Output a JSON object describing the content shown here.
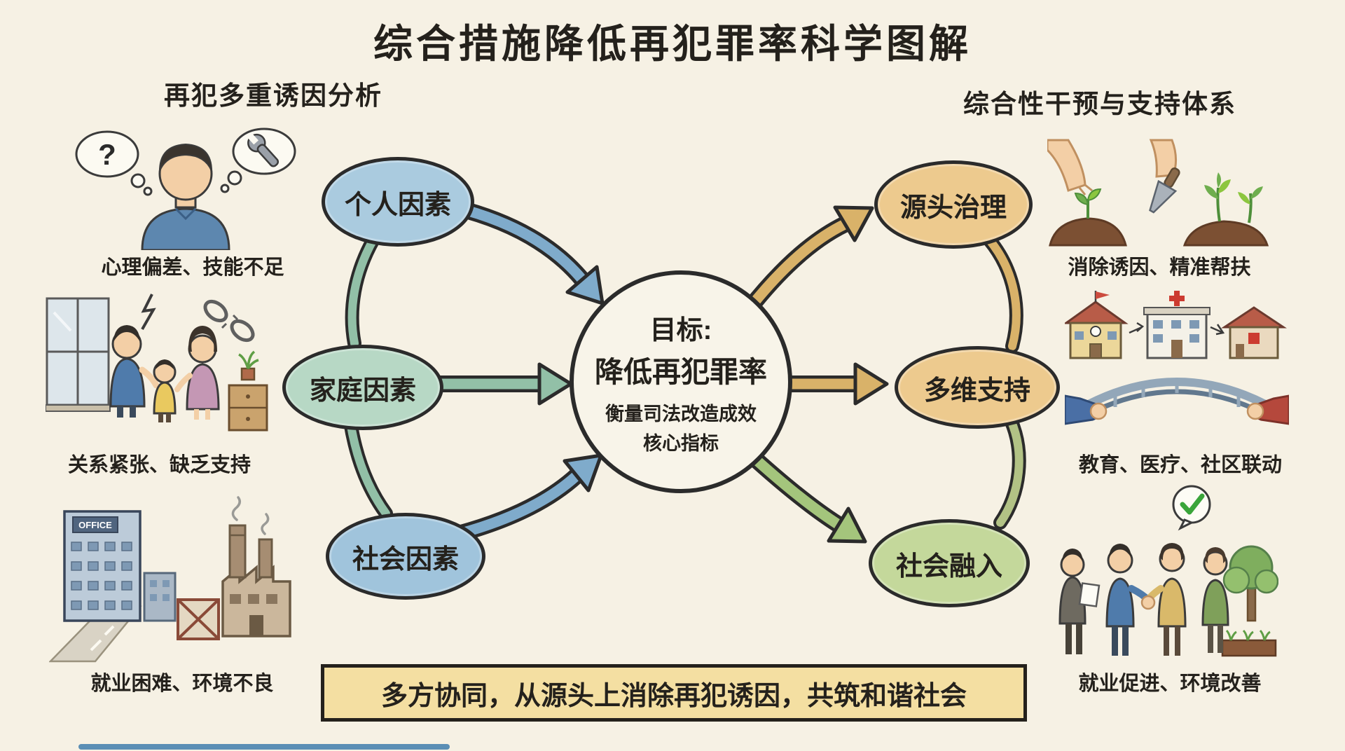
{
  "page": {
    "title": "综合措施降低再犯罪率科学图解"
  },
  "colors": {
    "background": "#f6f1e4",
    "ink": "#24211c",
    "banner_fill": "#f4dfa2",
    "blue_arrow": "#7fabcb",
    "teal_arrow": "#92c0a7",
    "tan_arrow": "#d9b269",
    "olive_arrow": "#b2c285",
    "green_arrow": "#a4c57c",
    "bottom_line": "#5b8fb5"
  },
  "left_section": {
    "header": "再犯多重诱因分析",
    "factors": [
      {
        "id": "personal",
        "label": "个人因素",
        "fill": "#aacbdf"
      },
      {
        "id": "family",
        "label": "家庭因素",
        "fill": "#b7d8c5"
      },
      {
        "id": "social",
        "label": "社会因素",
        "fill": "#a0c4dc"
      }
    ],
    "illustrations": [
      {
        "caption": "心理偏差、技能不足"
      },
      {
        "caption": "关系紧张、缺乏支持"
      },
      {
        "caption": "就业困难、环境不良"
      }
    ],
    "office_sign": "OFFICE"
  },
  "goal": {
    "line1": "目标:",
    "line2": "降低再犯罪率",
    "line3": "衡量司法改造成效",
    "line4": "核心指标",
    "fill": "#f8f4e9"
  },
  "right_section": {
    "header": "综合性干预与支持体系",
    "measures": [
      {
        "id": "source",
        "label": "源头治理",
        "fill": "#edca8e"
      },
      {
        "id": "support",
        "label": "多维支持",
        "fill": "#edca8e"
      },
      {
        "id": "integration",
        "label": "社会融入",
        "fill": "#c4d89b"
      }
    ],
    "illustrations": [
      {
        "caption": "消除诱因、精准帮扶"
      },
      {
        "caption": "教育、医疗、社区联动"
      },
      {
        "caption": "就业促进、环境改善"
      }
    ]
  },
  "banner": {
    "text": "多方协同，从源头上消除再犯诱因，共筑和谐社会"
  },
  "icons": {
    "question_mark": "?",
    "checkmark": "✓"
  }
}
